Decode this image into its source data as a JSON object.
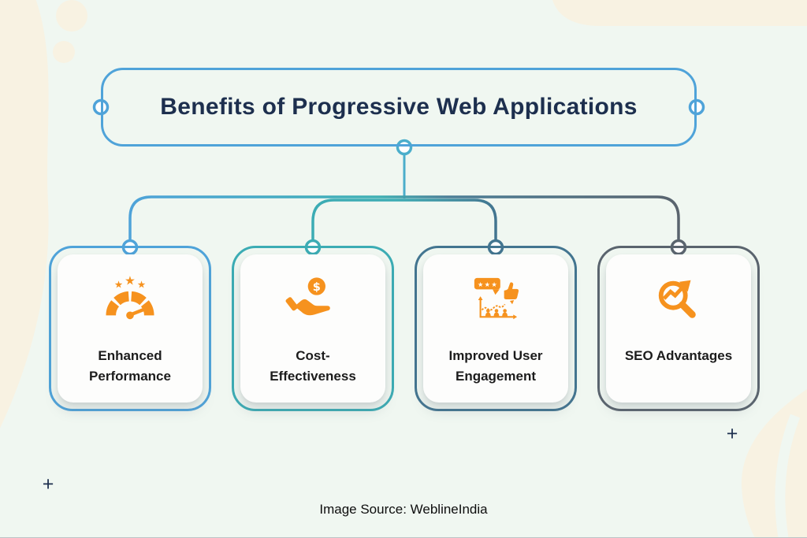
{
  "title": "Benefits of Progressive Web Applications",
  "cards": [
    {
      "label": "Enhanced Performance",
      "icon": "speedometer-stars-icon",
      "accent": "#4FA3D9"
    },
    {
      "label": "Cost-Effectiveness",
      "icon": "hand-coin-icon",
      "accent": "#3CACB4"
    },
    {
      "label": "Improved User Engagement",
      "icon": "review-thumbs-chart-icon",
      "accent": "#437590"
    },
    {
      "label": "SEO Advantages",
      "icon": "magnifier-growth-icon",
      "accent": "#5A646E"
    }
  ],
  "icon_color": "#F6921E",
  "caption": "Image Source: WeblineIndia",
  "decor": {
    "plus_left": "+",
    "plus_right": "+"
  },
  "colors": {
    "background_mint": "#F0F7F1",
    "background_cream": "#F8F2E2",
    "title_text": "#1D2F4E",
    "connector_blue": "#4FA3D9",
    "connector_teal": "#3CACB4",
    "connector_steel": "#437590",
    "connector_gray": "#5A646E",
    "card_background": "#FDFDFC"
  }
}
